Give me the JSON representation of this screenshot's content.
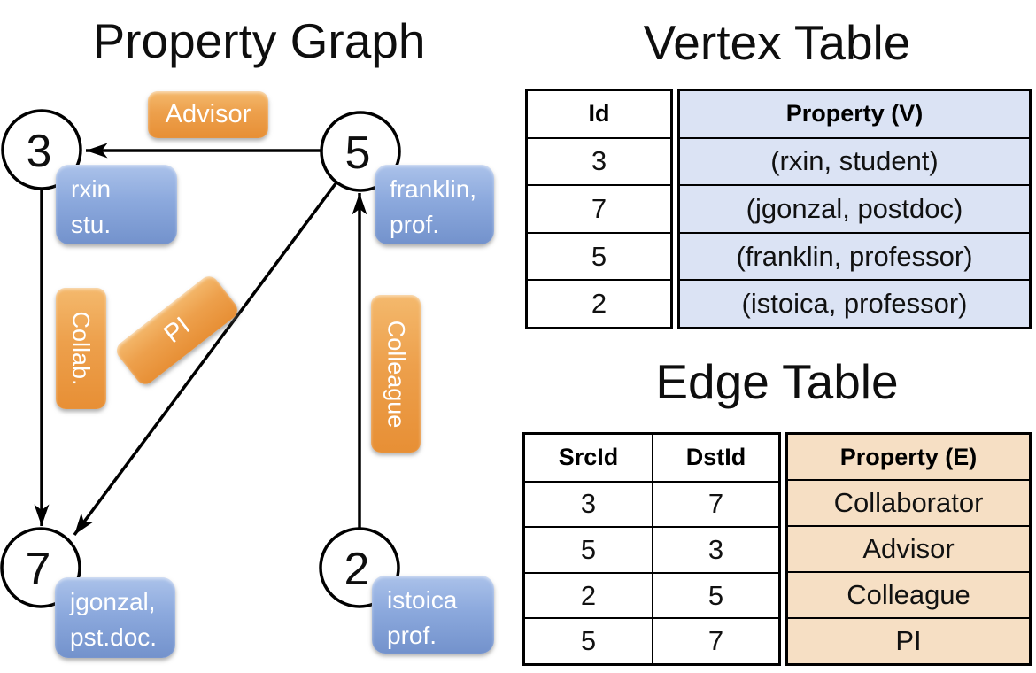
{
  "graph": {
    "title": "Property Graph",
    "nodes": [
      {
        "id": "3"
      },
      {
        "id": "5"
      },
      {
        "id": "7"
      },
      {
        "id": "2"
      }
    ],
    "edge_labels": [
      {
        "text": "Advisor"
      },
      {
        "text": "Collab."
      },
      {
        "text": "PI"
      },
      {
        "text": "Colleague"
      }
    ],
    "vertex_labels": [
      {
        "lines": [
          "rxin",
          "stu."
        ]
      },
      {
        "lines": [
          "franklin,",
          "prof."
        ]
      },
      {
        "lines": [
          "jgonzal,",
          "pst.doc."
        ]
      },
      {
        "lines": [
          "istoica",
          "prof."
        ]
      }
    ],
    "edges": [
      {
        "src": "5",
        "dst": "3",
        "label": "Advisor"
      },
      {
        "src": "3",
        "dst": "7",
        "label": "Collab."
      },
      {
        "src": "5",
        "dst": "7",
        "label": "PI"
      },
      {
        "src": "2",
        "dst": "5",
        "label": "Colleague"
      }
    ]
  },
  "vertex_table": {
    "title": "Vertex Table",
    "columns": [
      "Id",
      "Property (V)"
    ],
    "rows": [
      [
        "3",
        "(rxin, student)"
      ],
      [
        "7",
        "(jgonzal, postdoc)"
      ],
      [
        "5",
        "(franklin, professor)"
      ],
      [
        "2",
        "(istoica, professor)"
      ]
    ]
  },
  "edge_table": {
    "title": "Edge Table",
    "columns": [
      "SrcId",
      "DstId",
      "Property (E)"
    ],
    "rows": [
      [
        "3",
        "7",
        "Collaborator"
      ],
      [
        "5",
        "3",
        "Advisor"
      ],
      [
        "2",
        "5",
        "Colleague"
      ],
      [
        "5",
        "7",
        "PI"
      ]
    ]
  },
  "colors": {
    "edge_label_orange": "#ED9C40",
    "vertex_label_blue": "#8CA9DD",
    "vertex_property_fill": "#DBE3F4",
    "edge_property_fill": "#F6DFC4"
  }
}
